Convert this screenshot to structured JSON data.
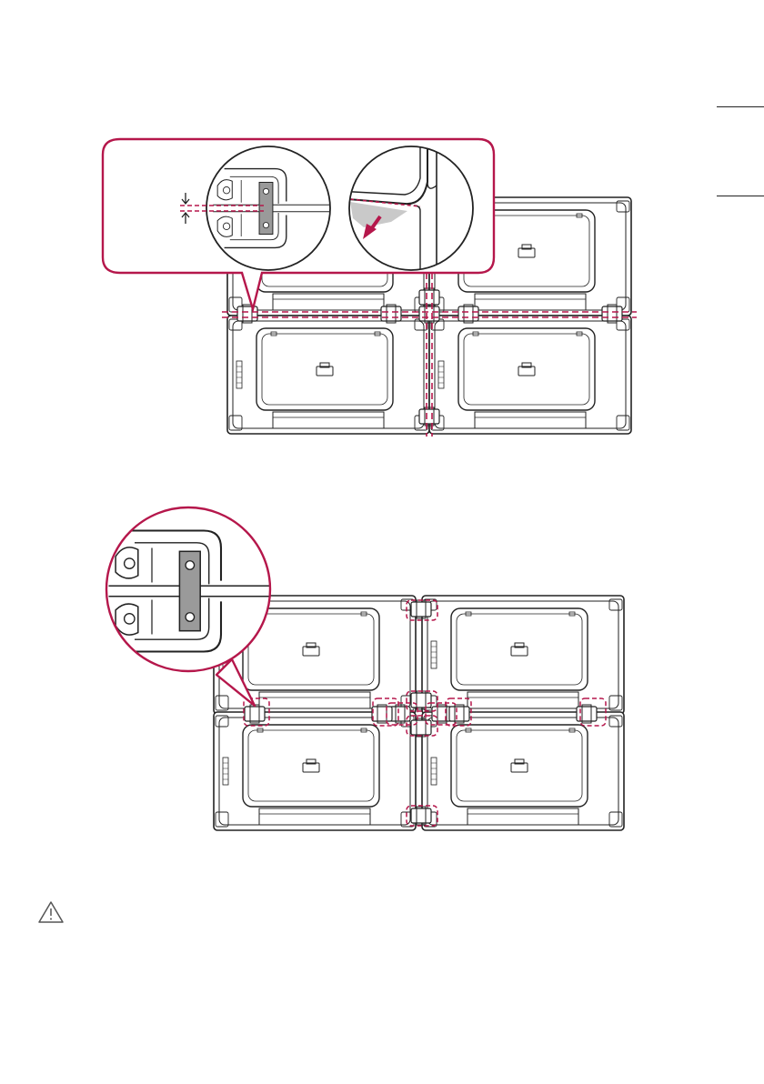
{
  "page": {
    "accent_color": "#b5174b",
    "line_color": "#222222"
  },
  "figures": {
    "top": {
      "name": "wall-alignment-figure",
      "panels": 4,
      "callout_views": 2
    },
    "bottom": {
      "name": "wall-bracket-figure",
      "panels": 4,
      "callout_views": 1
    }
  },
  "icons": {
    "caution": "warning-triangle-icon"
  }
}
